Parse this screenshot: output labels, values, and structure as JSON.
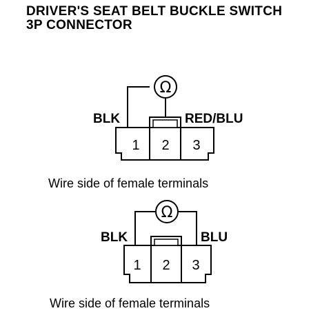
{
  "title": {
    "line1": "DRIVER'S SEAT BELT BUCKLE SWITCH",
    "line2": "3P CONNECTOR"
  },
  "meter_symbol": "Ω",
  "diagrams": [
    {
      "left_wire": "BLK",
      "right_wire": "RED/BLU",
      "pins": [
        "1",
        "2",
        "3"
      ],
      "caption": "Wire side of female terminals"
    },
    {
      "left_wire": "BLK",
      "right_wire": "BLU",
      "pins": [
        "1",
        "2",
        "3"
      ],
      "caption": "Wire side of female terminals"
    }
  ]
}
